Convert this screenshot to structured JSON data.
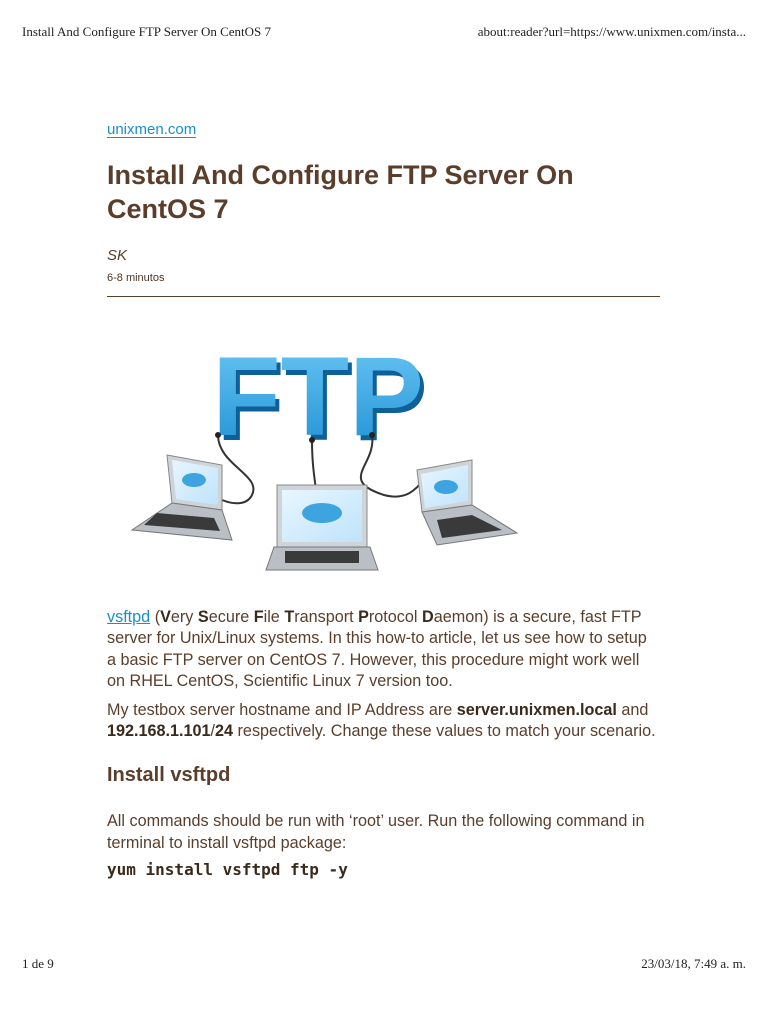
{
  "print_header": {
    "title": "Install And Configure FTP Server On CentOS 7",
    "url": "about:reader?url=https://www.unixmen.com/insta..."
  },
  "article": {
    "domain": "unixmen.com",
    "title_line1": "Install And Configure FTP Server On",
    "title_line2": "CentOS 7",
    "author": "SK",
    "reading_time": "6-8 minutos",
    "hero_text": "FTP",
    "p1": {
      "link": "vsftpd",
      "t1": " (",
      "b1": "V",
      "t2": "ery ",
      "b2": "S",
      "t3": "ecure ",
      "b3": "F",
      "t4": "ile ",
      "b4": "T",
      "t5": "ransport ",
      "b5": "P",
      "t6": "rotocol ",
      "b6": "D",
      "t7": "aemon) is a secure, fast FTP server for Unix/Linux systems. In this how-to article, let us see how to setup a basic FTP server on CentOS 7. However, this procedure might work well on RHEL CentOS, Scientific Linux 7 version too."
    },
    "p2": {
      "t1": "My testbox server hostname and IP Address are ",
      "b1": "server.unixmen.local",
      "t2": " and ",
      "b2": "192.168.1.101",
      "t3": "/",
      "b3": "24",
      "t4": " respectively. Change these values to match your scenario."
    },
    "h2": "Install vsftpd",
    "p3": "All commands should be run with ‘root’ user. Run the following command in terminal to install vsftpd package:",
    "code": "yum install vsftpd ftp -y"
  },
  "print_footer": {
    "page": "1 de 9",
    "datetime": "23/03/18, 7:49 a. m."
  },
  "colors": {
    "text": "#5a3e2b",
    "link": "#1a8fcf",
    "ftp_blue": "#2ea6e6"
  }
}
